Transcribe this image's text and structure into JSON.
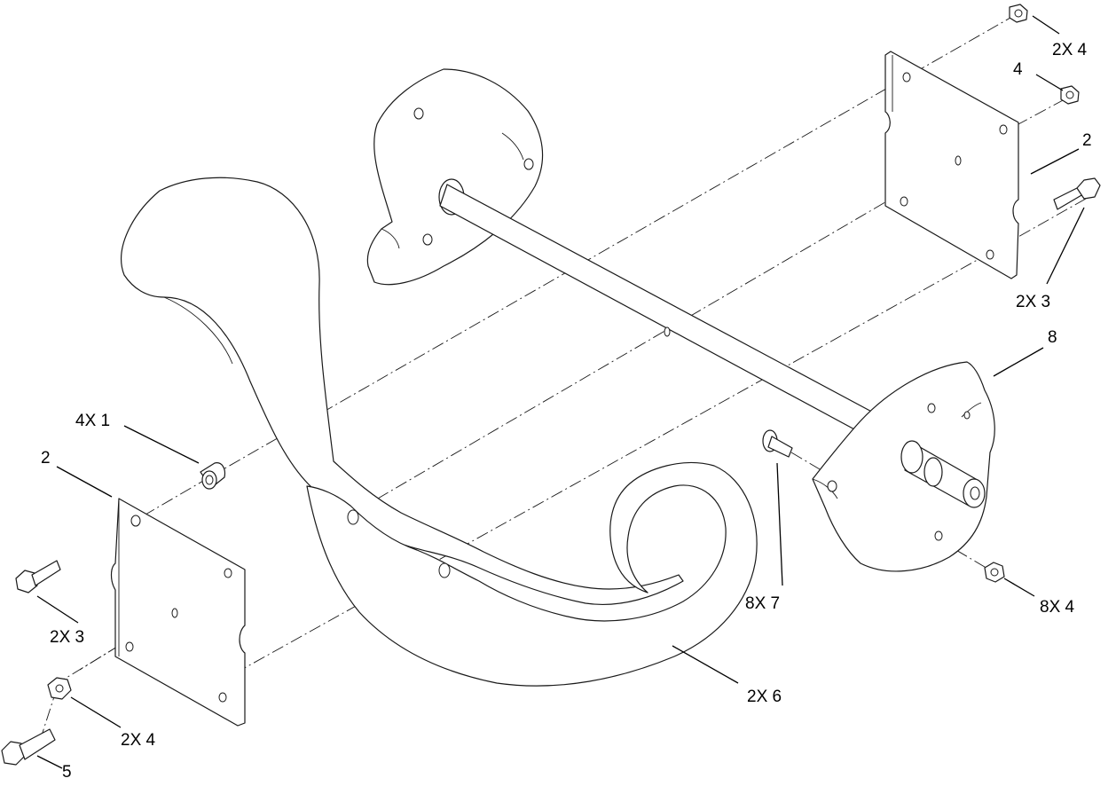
{
  "callouts": {
    "top_right_nut": "2X 4",
    "right_nut": "4",
    "right_plate": "2",
    "right_bolt": "2X 3",
    "right_bracket": "8",
    "spacer": "4X 1",
    "left_plate": "2",
    "left_bolt": "2X 3",
    "left_nut": "2X 4",
    "long_bolt": "5",
    "pin": "8X 7",
    "bracket_nuts": "8X 4",
    "auger_blades": "2X 6"
  }
}
